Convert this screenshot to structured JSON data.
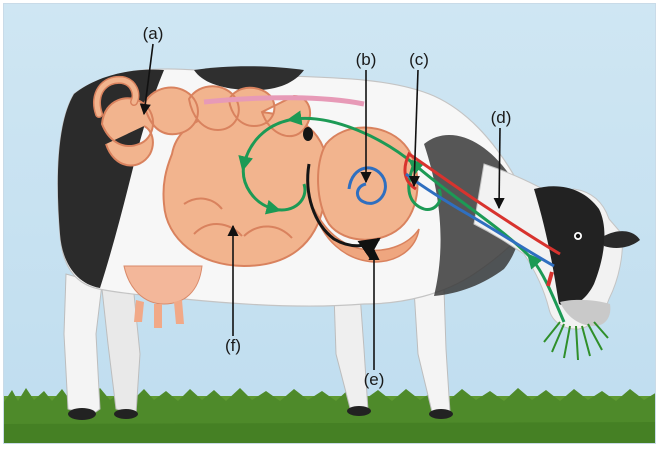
{
  "diagram": {
    "labels": {
      "a": "(a)",
      "b": "(b)",
      "c": "(c)",
      "d": "(d)",
      "e": "(e)",
      "f": "(f)"
    }
  },
  "colors": {
    "sky": "#cfe6f3",
    "grass": "#5f9a32",
    "intestine": "#f2b48e",
    "intestine_outline": "#d9825e",
    "food_path": "#1c9a55",
    "cud_path": "#2f6fc0",
    "return_path": "#d8332e",
    "black_path": "#151515"
  }
}
